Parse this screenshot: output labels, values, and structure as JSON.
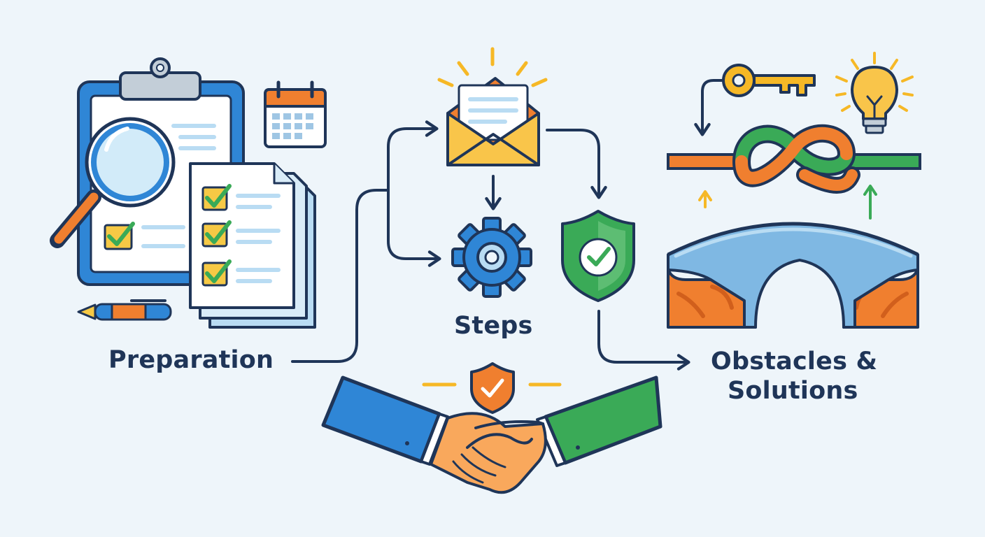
{
  "labels": {
    "preparation": "Preparation",
    "steps": "Steps",
    "obstacles_line1": "Obstacles &",
    "obstacles_line2": "Solutions"
  },
  "icons": [
    "clipboard-icon",
    "magnifying-glass-icon",
    "calendar-icon",
    "checklist-document-icon",
    "pen-icon",
    "email-envelope-icon",
    "gear-icon",
    "shield-check-icon",
    "handshake-icon",
    "key-icon",
    "lightbulb-icon",
    "knot-icon",
    "bridge-icon"
  ],
  "colors": {
    "outline": "#1f3558",
    "blue": "#2f86d6",
    "light_blue": "#b9dcf3",
    "green": "#3aaa57",
    "orange": "#f07f2f",
    "yellow": "#f6b826",
    "background": "#eef5fa"
  }
}
